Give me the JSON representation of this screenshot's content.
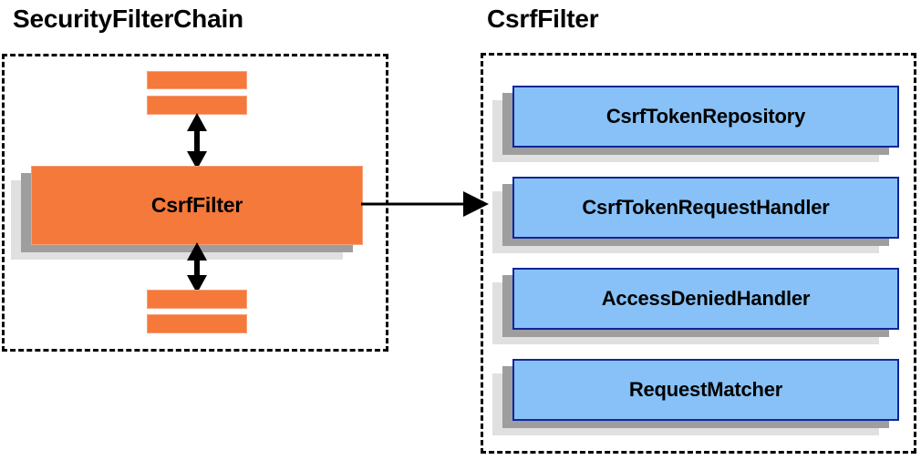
{
  "diagram": {
    "type": "architecture-component-diagram",
    "colors": {
      "filter_fill": "#F4793B",
      "filter_border": "#F6A07A",
      "collaborator_fill": "#87C1F7",
      "collaborator_border": "#12259B",
      "shadow_mid": "#9E9E9E",
      "shadow_back": "#E0E0E0",
      "group_border": "#000000",
      "arrow": "#000000",
      "background": "#FFFFFF",
      "text": "#000000"
    }
  },
  "left_panel": {
    "title": "SecurityFilterChain",
    "main_node": {
      "label": "CsrfFilter",
      "shape": "stacked-box",
      "fill": "#F4793B"
    },
    "bars_above": [
      {
        "label": ""
      },
      {
        "label": ""
      }
    ],
    "bars_below": [
      {
        "label": ""
      },
      {
        "label": ""
      }
    ],
    "connectors": [
      {
        "name": "chain-up",
        "style": "double-headed-vertical"
      },
      {
        "name": "chain-down",
        "style": "double-headed-vertical"
      }
    ]
  },
  "right_panel": {
    "title": "CsrfFilter",
    "collaborators": [
      {
        "label": "CsrfTokenRepository"
      },
      {
        "label": "CsrfTokenRequestHandler"
      },
      {
        "label": "AccessDeniedHandler"
      },
      {
        "label": "RequestMatcher"
      }
    ]
  },
  "cross_connector": {
    "name": "expand-arrow",
    "style": "single-headed-horizontal",
    "from": "CsrfFilter",
    "to": "CsrfFilter detail group"
  }
}
